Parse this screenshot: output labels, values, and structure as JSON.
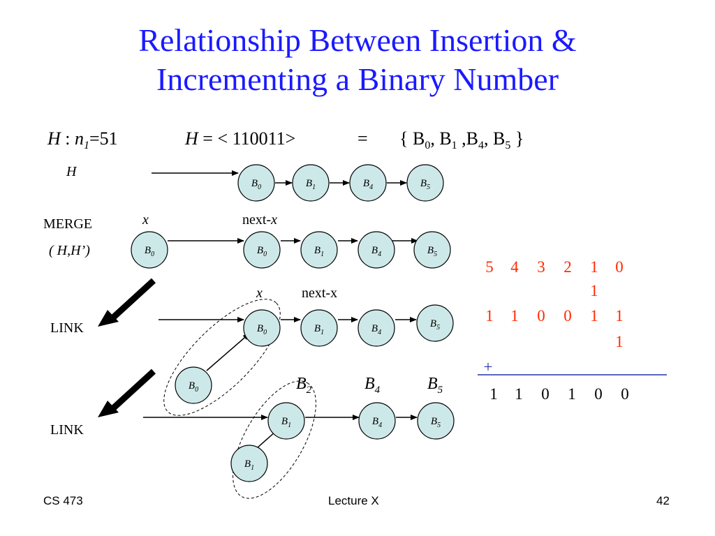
{
  "title": {
    "line1": "Relationship Between Insertion &",
    "line2": "Incrementing a Binary Number"
  },
  "colors": {
    "title": "#1a1aff",
    "node_fill": "#cde8e8",
    "binary_red": "#ff2a00",
    "rule_blue": "#2233aa"
  },
  "equation": {
    "h": "H",
    "colon": " : ",
    "n": "n",
    "n_sub": "1",
    "eq51": "=51",
    "h2": "H",
    "eq_bin": " = < 110011>",
    "eq": "=",
    "set_open": "{ B",
    "b0_sub": "0",
    "sep1": ", B",
    "b1_sub": "1",
    "sep2": " ,B",
    "b4_sub": "4",
    "sep3": ", B",
    "b5_sub": "5",
    "set_close": " }"
  },
  "rows": {
    "r1_label": "H",
    "merge_label": "MERGE",
    "merge_args": "( H,H’)",
    "r2_x": "x",
    "r2_next": "next-",
    "r2_next_x": "x",
    "r3_x": "x",
    "r3_next": "next-x",
    "link1": "LINK",
    "link2": "LINK",
    "r4_b2": "B",
    "r4_b2_sub": "2",
    "r4_b4": "B",
    "r4_b4_sub": "4",
    "r4_b5": "B",
    "r4_b5_sub": "5"
  },
  "nodes": {
    "r1": [
      "0",
      "1",
      "4",
      "5"
    ],
    "r2": [
      "0",
      "0",
      "1",
      "4",
      "5"
    ],
    "r3": [
      "0",
      "1",
      "4",
      "5",
      "0"
    ],
    "r4": [
      "1",
      "4",
      "5",
      "1"
    ]
  },
  "node_letter": "B",
  "binary": {
    "positions": [
      "5",
      "4",
      "3",
      "2",
      "1",
      "0"
    ],
    "carry": "1",
    "number": [
      "1",
      "1",
      "0",
      "0",
      "1",
      "1"
    ],
    "addend": "1",
    "plus": "+",
    "result": [
      "1",
      "1",
      "0",
      "1",
      "0",
      "0"
    ]
  },
  "footer": {
    "left": "CS 473",
    "center": "Lecture X",
    "right": "42"
  }
}
